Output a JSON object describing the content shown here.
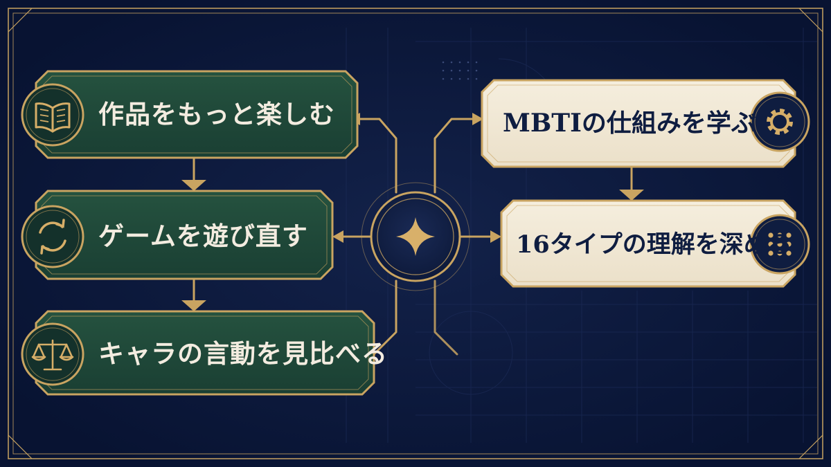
{
  "colors": {
    "background": "#0b1737",
    "gold": "#c9a461",
    "green_panel": "#1f4a3c",
    "cream_panel": "#f1e8d6",
    "text_light": "#f3ece0",
    "text_dark": "#0f1d40"
  },
  "left_steps": [
    {
      "label": "作品をもっと楽しむ",
      "icon": "open-book-icon"
    },
    {
      "label": "ゲームを遊び直す",
      "icon": "refresh-arrows-icon"
    },
    {
      "label": "キャラの言動を見比べる",
      "icon": "balance-scale-icon"
    }
  ],
  "right_steps": [
    {
      "label": "MBTIの仕組みを学ぶ",
      "icon": "gear-icon"
    },
    {
      "label": "16タイプの理解を深める",
      "icon": "grid-dots-icon"
    }
  ],
  "center": {
    "icon": "four-point-star-icon"
  }
}
